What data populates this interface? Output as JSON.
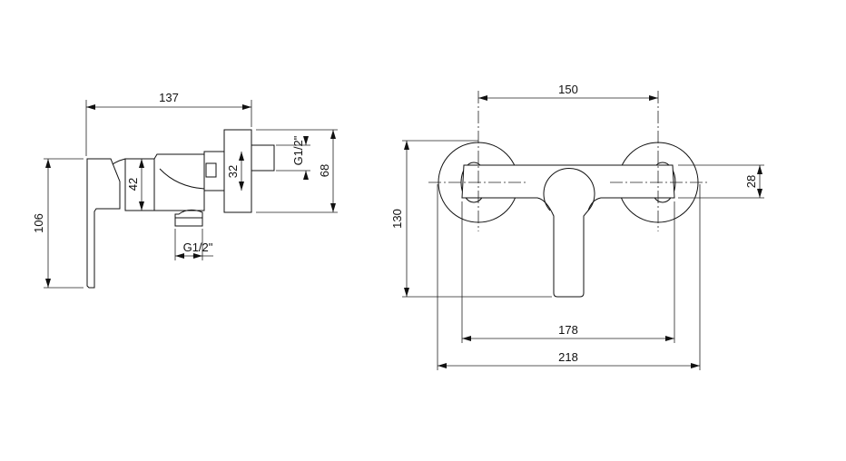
{
  "side_view": {
    "overall_depth": "137",
    "height": "106",
    "body_diameter": "42",
    "connector_height": "32",
    "flange_height": "68",
    "outlet_thread_side": "G1/2\"",
    "outlet_thread_bottom": "G1/2\""
  },
  "front_view": {
    "center_distance": "150",
    "total_height": "130",
    "bar_height": "28",
    "bar_width": "178",
    "overall_width": "218"
  }
}
